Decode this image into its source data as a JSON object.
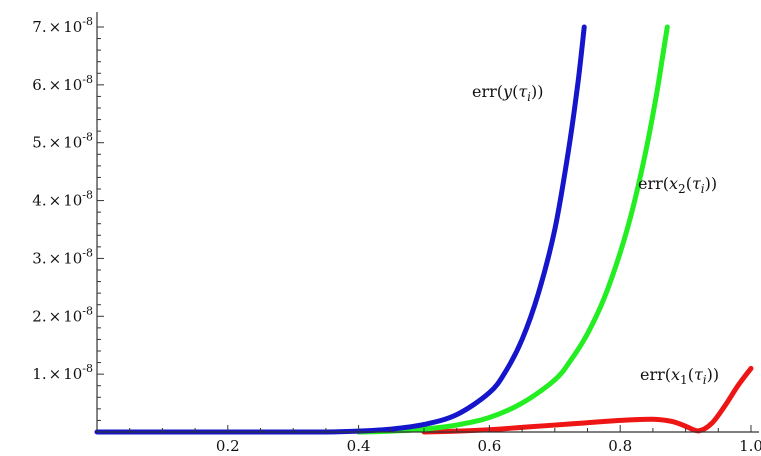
{
  "chart_data": {
    "type": "line",
    "title": "",
    "xlabel": "",
    "ylabel": "",
    "xlim": [
      0,
      1.0
    ],
    "ylim": [
      0,
      7e-08
    ],
    "grid": false,
    "x_ticks": [
      {
        "value": 0.2,
        "label": "0.2"
      },
      {
        "value": 0.4,
        "label": "0.4"
      },
      {
        "value": 0.6,
        "label": "0.6"
      },
      {
        "value": 0.8,
        "label": "0.8"
      },
      {
        "value": 1.0,
        "label": "1.0"
      }
    ],
    "y_ticks": [
      {
        "value": 1e-08,
        "mantissa": "1.",
        "exponent": "-8"
      },
      {
        "value": 2e-08,
        "mantissa": "2.",
        "exponent": "-8"
      },
      {
        "value": 3e-08,
        "mantissa": "3.",
        "exponent": "-8"
      },
      {
        "value": 4e-08,
        "mantissa": "4.",
        "exponent": "-8"
      },
      {
        "value": 5e-08,
        "mantissa": "5.",
        "exponent": "-8"
      },
      {
        "value": 6e-08,
        "mantissa": "6.",
        "exponent": "-8"
      },
      {
        "value": 7e-08,
        "mantissa": "7.",
        "exponent": "-8"
      }
    ],
    "series": [
      {
        "name": "err(y(τi))",
        "label_parts": {
          "func": "y",
          "sub": ""
        },
        "color": "#1515cc",
        "x": [
          0.0,
          0.1,
          0.2,
          0.3,
          0.35,
          0.4,
          0.45,
          0.5,
          0.55,
          0.6,
          0.625,
          0.65,
          0.675,
          0.7,
          0.72,
          0.735,
          0.745
        ],
        "y": [
          0,
          0,
          0,
          0,
          0,
          1.5e-10,
          5e-10,
          1.3e-09,
          3e-09,
          6.8e-09,
          1.05e-08,
          1.6e-08,
          2.4e-08,
          3.5e-08,
          4.8e-08,
          6e-08,
          7e-08
        ]
      },
      {
        "name": "err(x2(τi))",
        "label_parts": {
          "func": "x",
          "sub": "2"
        },
        "color": "#22ee22",
        "x": [
          0.4,
          0.45,
          0.5,
          0.55,
          0.6,
          0.65,
          0.7,
          0.725,
          0.75,
          0.775,
          0.8,
          0.82,
          0.84,
          0.855,
          0.865,
          0.872
        ],
        "y": [
          0,
          1.5e-10,
          5e-10,
          1.2e-09,
          2.5e-09,
          5e-09,
          9e-09,
          1.25e-08,
          1.7e-08,
          2.3e-08,
          3.1e-08,
          3.9e-08,
          4.9e-08,
          5.8e-08,
          6.5e-08,
          7e-08
        ]
      },
      {
        "name": "err(x1(τi))",
        "label_parts": {
          "func": "x",
          "sub": "1"
        },
        "color": "#ee1515",
        "x": [
          0.5,
          0.55,
          0.6,
          0.65,
          0.7,
          0.75,
          0.8,
          0.85,
          0.88,
          0.9,
          0.92,
          0.94,
          0.96,
          0.98,
          1.0
        ],
        "y": [
          0,
          1.5e-10,
          4e-10,
          8e-10,
          1.2e-09,
          1.6e-09,
          2e-09,
          2.2e-09,
          1.8e-09,
          1e-09,
          2e-10,
          1.5e-09,
          4.5e-09,
          8e-09,
          1.1e-08
        ]
      }
    ]
  }
}
